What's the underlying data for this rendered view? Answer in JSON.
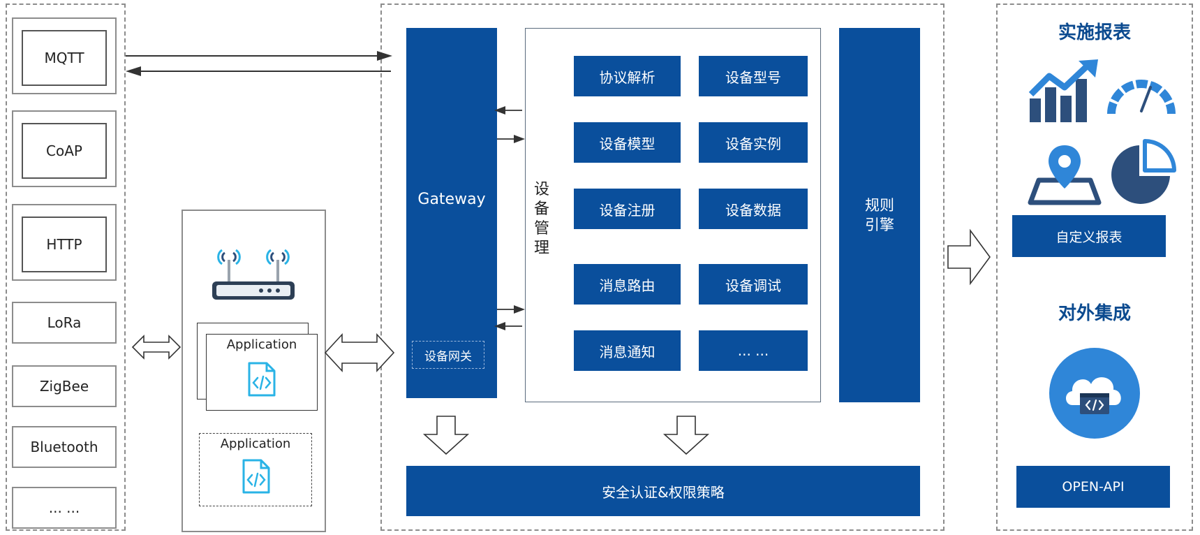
{
  "protocols": [
    "MQTT",
    "CoAP",
    "HTTP",
    "LoRa",
    "ZigBee",
    "Bluetooth",
    "... ..."
  ],
  "device_column": {
    "app_box_1_label": "Application",
    "app_box_2_label": "Application"
  },
  "platform": {
    "gateway_label": "Gateway",
    "device_gateway_label": "设备网关",
    "device_mgmt_title": [
      "设",
      "备",
      "管",
      "理"
    ],
    "features": [
      "协议解析",
      "设备型号",
      "设备模型",
      "设备实例",
      "设备注册",
      "设备数据",
      "消息路由",
      "设备调试",
      "消息通知",
      "... ..."
    ],
    "rule_engine_label": [
      "规则",
      "引擎"
    ],
    "security_label": "安全认证&权限策略"
  },
  "right_panel": {
    "reports_heading": "实施报表",
    "custom_report_label": "自定义报表",
    "integration_heading": "对外集成",
    "open_api_label": "OPEN-API"
  },
  "colors": {
    "primary_blue": "#0a4f9c",
    "icon_dark_blue": "#2d4f7c",
    "icon_light_blue": "#2f86d8",
    "code_icon_cyan": "#29b3e6",
    "dashed_border": "#8c8c8c"
  },
  "icons": [
    "router-icon",
    "code-file-icon",
    "growth-chart-icon",
    "gauge-icon",
    "map-pin-icon",
    "pie-chart-icon",
    "cloud-code-icon"
  ]
}
